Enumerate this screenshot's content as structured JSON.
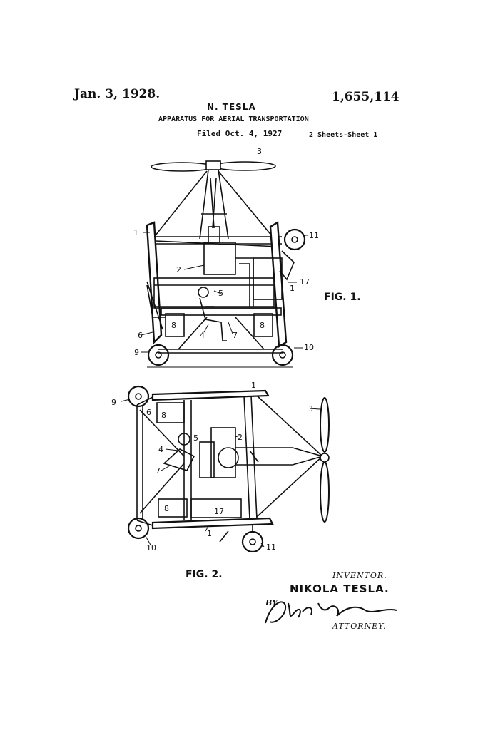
{
  "header": {
    "date": "Jan. 3, 1928.",
    "patent_number": "1,655,114",
    "inventor_short": "N. TESLA",
    "title": "APPARATUS FOR AERIAL TRANSPORTATION",
    "filed": "Filed Oct. 4, 1927",
    "sheets": "2 Sheets-Sheet 1"
  },
  "figures": {
    "fig1_label": "FIG. 1.",
    "fig2_label": "FIG. 2.",
    "fig1_refs": [
      "3",
      "1",
      "11",
      "2",
      "5",
      "17",
      "1",
      "8",
      "8",
      "6",
      "4",
      "7",
      "9",
      "10"
    ],
    "fig2_refs": [
      "1",
      "9",
      "6",
      "8",
      "3",
      "4",
      "5",
      "2",
      "7",
      "8",
      "17",
      "10",
      "1",
      "11"
    ]
  },
  "signature": {
    "inventor_caption": "INVENTOR.",
    "inventor_name": "NIKOLA TESLA.",
    "by": "BY",
    "signature_text": "John P. Lacboff",
    "attorney_caption": "ATTORNEY."
  }
}
